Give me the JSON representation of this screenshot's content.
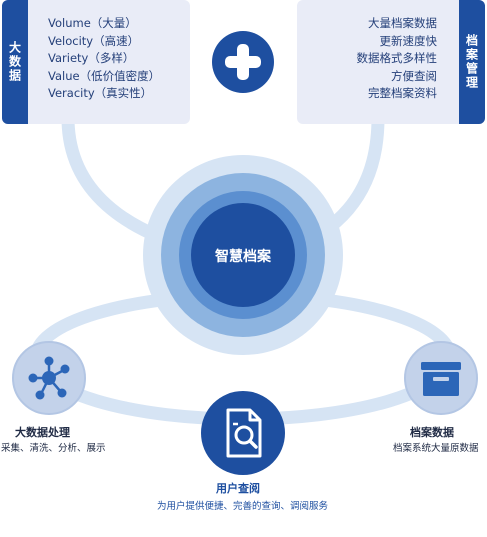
{
  "left_panel": {
    "tab_label": "大数据",
    "items": [
      "Volume（大量）",
      "Velocity（高速）",
      "Variety（多样）",
      "Value（低价值密度）",
      "Veracity（真实性）"
    ]
  },
  "right_panel": {
    "tab_label": "档案管理",
    "items": [
      "大量档案数据",
      "更新速度快",
      "数据格式多样性",
      "方便查阅",
      "完整档案资料"
    ]
  },
  "center": {
    "label": "智慧档案"
  },
  "nodes": {
    "big_data_processing": {
      "title": "大数据处理",
      "subtitle": "采集、清洗、分析、展示"
    },
    "archive_data": {
      "title": "档案数据",
      "subtitle": "档案系统大量原数据"
    },
    "user_query": {
      "title": "用户查阅",
      "subtitle": "为用户提供便捷、完善的查询、调阅服务"
    }
  },
  "colors": {
    "dark_blue": "#1e4fa0",
    "medium_blue": "#3f7ac4",
    "light_blue": "#bfd3ec",
    "ring": "#d6e4f4",
    "panel_bg": "#e9ecf7"
  },
  "icons": {
    "plus": "plus-icon",
    "network": "network-icon",
    "archive_box": "archive-box-icon",
    "document_search": "document-search-icon"
  }
}
